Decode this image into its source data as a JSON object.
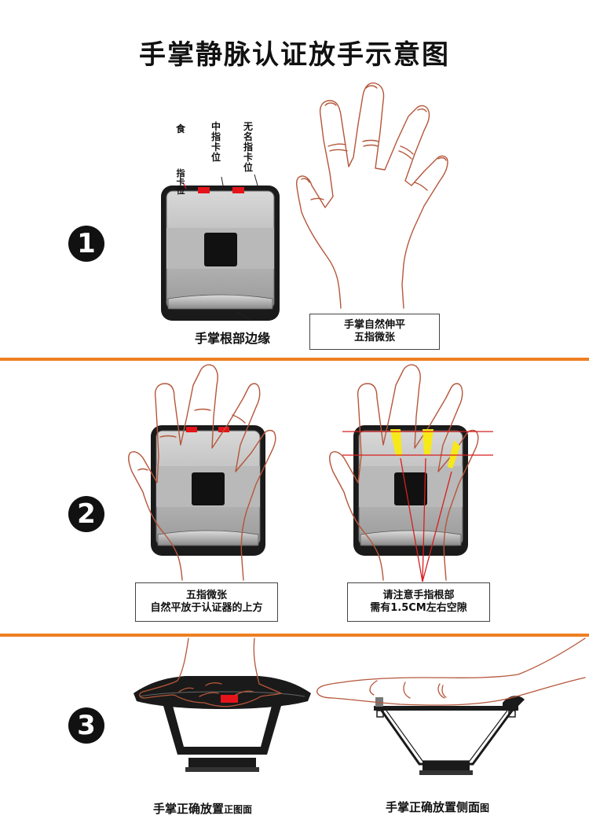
{
  "title": "手掌静脉认证放手示意图",
  "steps": [
    {
      "number": "1",
      "finger_labels": [
        "食",
        "指卡位",
        "中指卡位",
        "无名指卡位"
      ],
      "device_label": "手掌根部边缘",
      "hand_box_lines": [
        "手掌自然伸平",
        "五指微张"
      ]
    },
    {
      "number": "2",
      "left_box_lines": [
        "五指微张",
        "自然平放于认证器的上方"
      ],
      "right_box_lines": [
        "请注意手指根部",
        "需有1.5CM左右空隙"
      ]
    },
    {
      "number": "3",
      "front_caption": "手掌正确放置",
      "front_caption_small": "正图面",
      "side_caption": "手掌正确放置侧面",
      "side_caption_small": "图"
    }
  ],
  "colors": {
    "separator": "#ee7f22",
    "finger_mark": "#e5141b",
    "hand_outline": "#b5563a",
    "guide_line": "#d81e1e",
    "fingertip_highlight": "#f7e81a",
    "device_body": "#1a1a1a",
    "sensor_panel": "#c9c9c9"
  }
}
